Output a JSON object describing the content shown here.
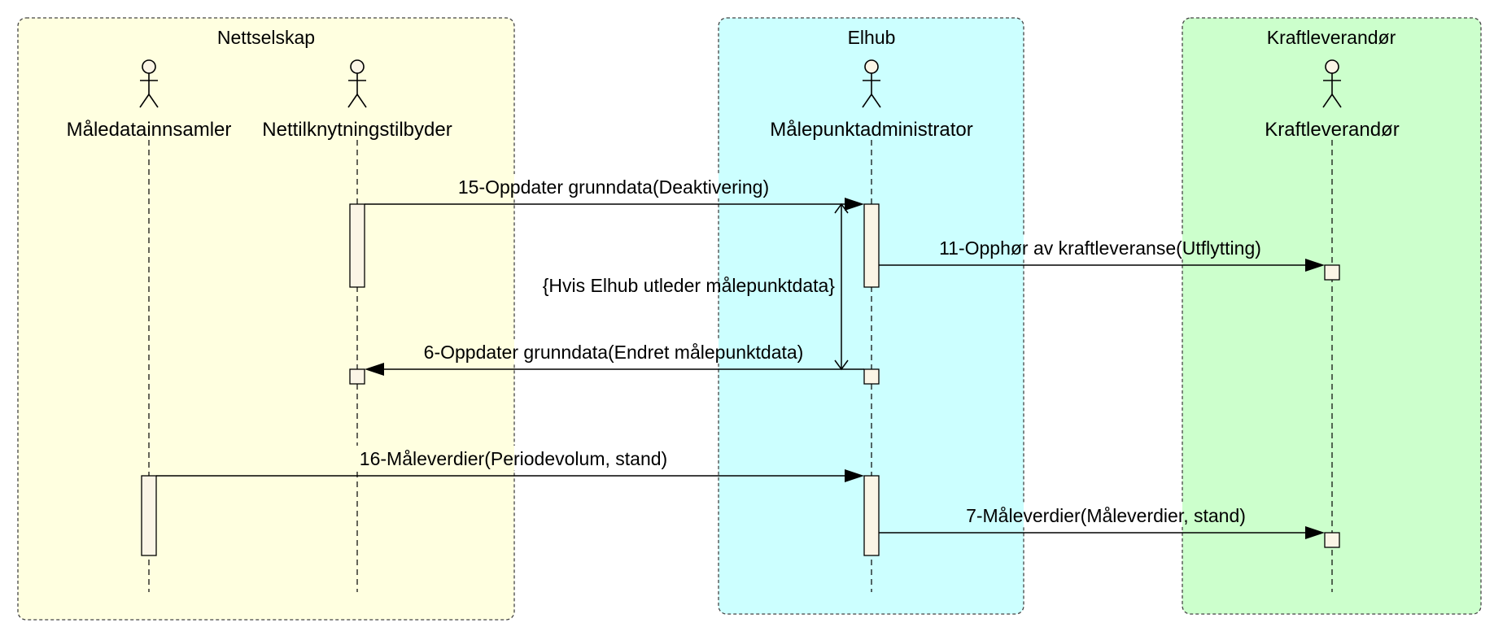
{
  "lanes": [
    {
      "id": "nettselskap",
      "title": "Nettselskap",
      "color": "#ffffe0"
    },
    {
      "id": "elhub",
      "title": "Elhub",
      "color": "#ccffff"
    },
    {
      "id": "kraftleverandor",
      "title": "Kraftleverandør",
      "color": "#ccffcc"
    }
  ],
  "actors": [
    {
      "id": "maledatainnsamler",
      "label": "Måledatainnsamler"
    },
    {
      "id": "nettilknytningstilbyder",
      "label": "Nettilknytningstilbyder"
    },
    {
      "id": "malepunktadministrator",
      "label": "Målepunktadministrator"
    },
    {
      "id": "kraftleverandor",
      "label": "Kraftleverandør"
    }
  ],
  "messages": [
    {
      "id": "m15",
      "label": "15-Oppdater grunndata(Deaktivering)",
      "from": "nettilknytningstilbyder",
      "to": "malepunktadministrator"
    },
    {
      "id": "m11",
      "label": "11-Opphør av kraftleveranse(Utflytting)",
      "from": "malepunktadministrator",
      "to": "kraftleverandor"
    },
    {
      "id": "m6",
      "label": "6-Oppdater grunndata(Endret målepunktdata)",
      "from": "malepunktadministrator",
      "to": "nettilknytningstilbyder"
    },
    {
      "id": "m16",
      "label": "16-Måleverdier(Periodevolum, stand)",
      "from": "maledatainnsamler",
      "to": "malepunktadministrator"
    },
    {
      "id": "m7",
      "label": "7-Måleverdier(Måleverdier, stand)",
      "from": "malepunktadministrator",
      "to": "kraftleverandor"
    }
  ],
  "constraint": {
    "label": "{Hvis Elhub utleder målepunktdata}"
  }
}
